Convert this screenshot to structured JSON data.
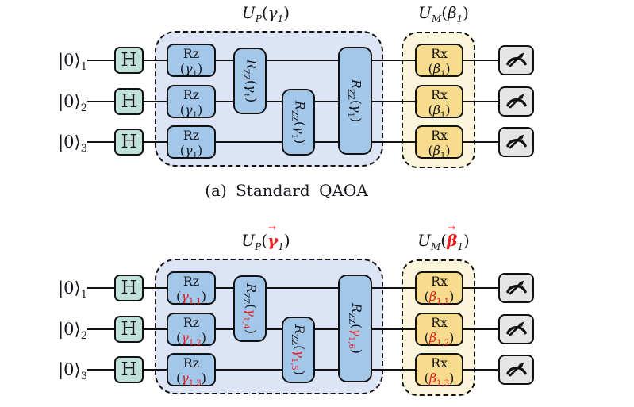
{
  "palette": {
    "background": "#ffffff",
    "text": "#15161d",
    "wire": "#111111",
    "border": "#111111",
    "h_fill": "#c0e0da",
    "rz_fill": "#a3c7e9",
    "region_p_fill": "#dce4f5",
    "rx_fill": "#f8dc8e",
    "region_m_fill": "#fbf5dc",
    "measure_fill": "#e5e5e5",
    "red": "#ed1b1e"
  },
  "circuits": [
    {
      "caption": "(a) Standard QAOA",
      "qubits": [
        {
          "ket": "|0⟩",
          "sub": "1"
        },
        {
          "ket": "|0⟩",
          "sub": "2"
        },
        {
          "ket": "|0⟩",
          "sub": "3"
        }
      ],
      "h_gates": [
        "H",
        "H",
        "H"
      ],
      "cost_layer": {
        "label": {
          "u": "U",
          "u_sub": "P",
          "open": "(",
          "sym": "γ",
          "sym_sub": "1",
          "close": ")"
        },
        "rz_gates": [
          {
            "name": "Rz",
            "open": "(",
            "sym": "γ",
            "sub": "1",
            "close": ")"
          },
          {
            "name": "Rz",
            "open": "(",
            "sym": "γ",
            "sub": "1",
            "close": ")"
          },
          {
            "name": "Rz",
            "open": "(",
            "sym": "γ",
            "sub": "1",
            "close": ")"
          }
        ],
        "rzz_gates": [
          {
            "name": "R",
            "name_sub": "ZZ",
            "open": "(",
            "sym": "γ",
            "sub": "1",
            "close": ")"
          },
          {
            "name": "R",
            "name_sub": "ZZ",
            "open": "(",
            "sym": "γ",
            "sub": "1",
            "close": ")"
          },
          {
            "name": "R",
            "name_sub": "ZZ",
            "open": "(",
            "sym": "γ",
            "sub": "1",
            "close": ")"
          }
        ]
      },
      "mixer_layer": {
        "label": {
          "u": "U",
          "u_sub": "M",
          "open": "(",
          "sym": "β",
          "sym_sub": "1",
          "close": ")"
        },
        "rx_gates": [
          {
            "name": "Rx",
            "open": "(",
            "sym": "β",
            "sub": "1",
            "close": ")"
          },
          {
            "name": "Rx",
            "open": "(",
            "sym": "β",
            "sub": "1",
            "close": ")"
          },
          {
            "name": "Rx",
            "open": "(",
            "sym": "β",
            "sub": "1",
            "close": ")"
          }
        ]
      }
    },
    {
      "caption": "",
      "qubits": [
        {
          "ket": "|0⟩",
          "sub": "1"
        },
        {
          "ket": "|0⟩",
          "sub": "2"
        },
        {
          "ket": "|0⟩",
          "sub": "3"
        }
      ],
      "h_gates": [
        "H",
        "H",
        "H"
      ],
      "cost_layer": {
        "label": {
          "u": "U",
          "u_sub": "P",
          "open": "(",
          "sym": "γ",
          "sym_sub": "1",
          "close": ")",
          "vector_arrow": "→"
        },
        "rz_gates": [
          {
            "name": "Rz",
            "open": "(",
            "sym": "γ",
            "sub": "1,1",
            "close": ")"
          },
          {
            "name": "Rz",
            "open": "(",
            "sym": "γ",
            "sub": "1,2",
            "close": ")"
          },
          {
            "name": "Rz",
            "open": "(",
            "sym": "γ",
            "sub": "1,3",
            "close": ")"
          }
        ],
        "rzz_gates": [
          {
            "name": "R",
            "name_sub": "ZZ",
            "open": "(",
            "sym": "γ",
            "sub": "1,4",
            "close": ")"
          },
          {
            "name": "R",
            "name_sub": "ZZ",
            "open": "(",
            "sym": "γ",
            "sub": "1,5",
            "close": ")"
          },
          {
            "name": "R",
            "name_sub": "ZZ",
            "open": "(",
            "sym": "γ",
            "sub": "1,6",
            "close": ")"
          }
        ]
      },
      "mixer_layer": {
        "label": {
          "u": "U",
          "u_sub": "M",
          "open": "(",
          "sym": "β",
          "sym_sub": "1",
          "close": ")",
          "vector_arrow": "→"
        },
        "rx_gates": [
          {
            "name": "Rx",
            "open": "(",
            "sym": "β",
            "sub": "1,1",
            "close": ")"
          },
          {
            "name": "Rx",
            "open": "(",
            "sym": "β",
            "sub": "1,2",
            "close": ")"
          },
          {
            "name": "Rx",
            "open": "(",
            "sym": "β",
            "sub": "1,3",
            "close": ")"
          }
        ]
      }
    }
  ]
}
